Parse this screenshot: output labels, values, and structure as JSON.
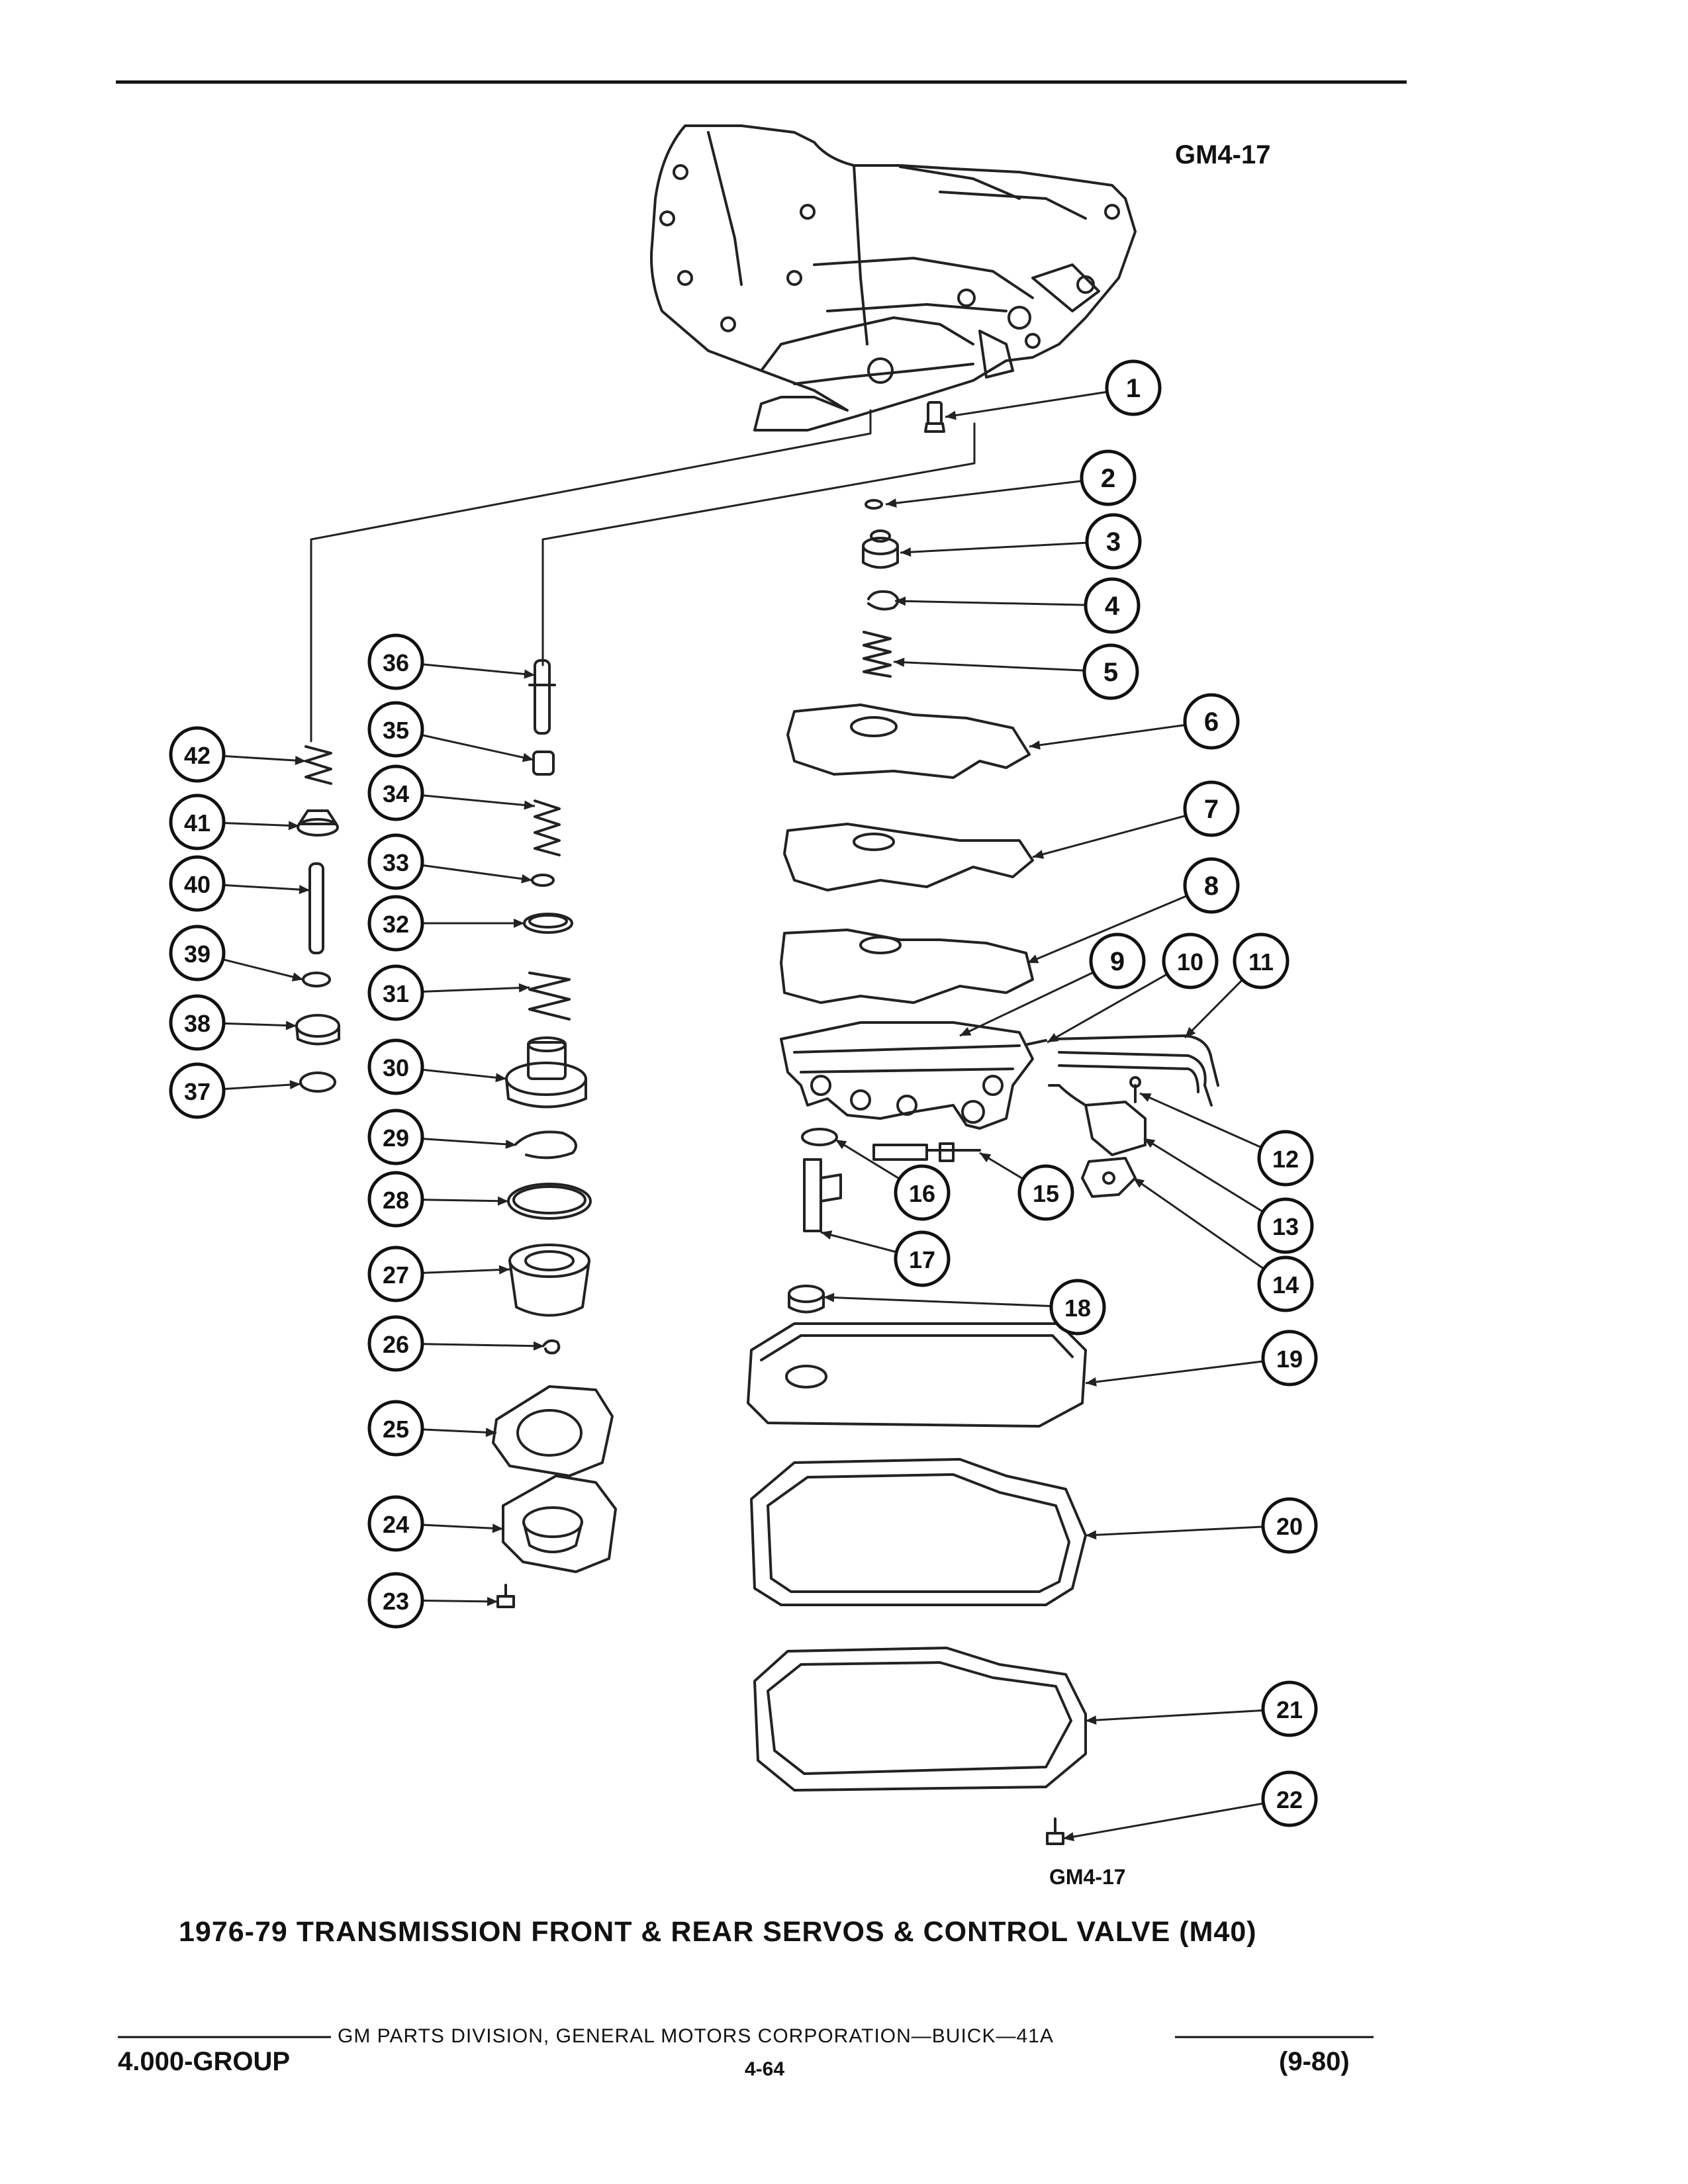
{
  "figure_id_top": "GM4-17",
  "figure_id_bottom": "GM4-17",
  "title": "1976-79 TRANSMISSION FRONT & REAR SERVOS & CONTROL VALVE (M40)",
  "footer": {
    "center": "GM PARTS DIVISION, GENERAL MOTORS CORPORATION—BUICK—41A",
    "left": "4.000-GROUP",
    "page": "4-64",
    "right": "(9-80)"
  },
  "callouts": [
    "1",
    "2",
    "3",
    "4",
    "5",
    "6",
    "7",
    "8",
    "9",
    "10",
    "11",
    "12",
    "13",
    "14",
    "15",
    "16",
    "17",
    "18",
    "19",
    "20",
    "21",
    "22",
    "23",
    "24",
    "25",
    "26",
    "27",
    "28",
    "29",
    "30",
    "31",
    "32",
    "33",
    "34",
    "35",
    "36",
    "37",
    "38",
    "39",
    "40",
    "41",
    "42"
  ]
}
